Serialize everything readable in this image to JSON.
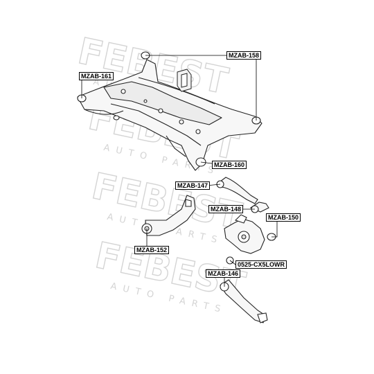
{
  "watermark": {
    "brand": "FEBEST",
    "sub": "AUTO PARTS"
  },
  "parts": {
    "mzab158": "MZAB-158",
    "mzab161": "MZAB-161",
    "mzab160": "MZAB-160",
    "mzab147": "MZAB-147",
    "mzab148": "MZAB-148",
    "mzab150": "MZAB-150",
    "mzab152": "MZAB-152",
    "cx5lowr": "0525-CX5LOWR",
    "mzab146": "MZAB-146"
  }
}
